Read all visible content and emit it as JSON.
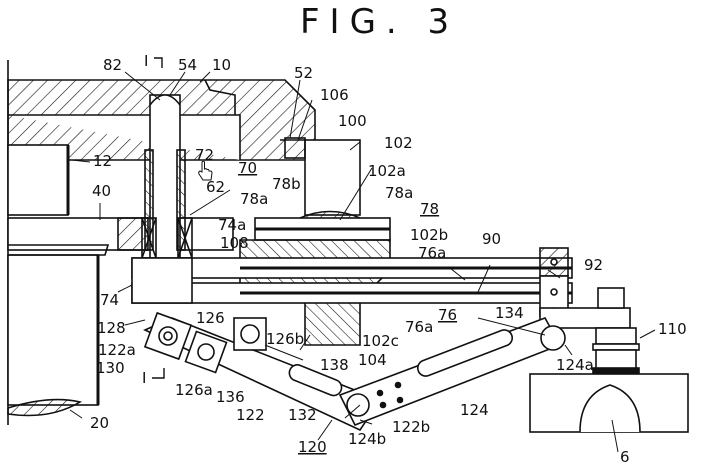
{
  "figure": {
    "title": "FIG. 3",
    "section_marker_top": "I",
    "section_marker_bottom": "I"
  },
  "cursor": {
    "icon": "hand-pointer-icon"
  },
  "labels": {
    "l82": "82",
    "l54": "54",
    "l10": "10",
    "l52": "52",
    "l106": "106",
    "l100": "100",
    "l102": "102",
    "l12": "12",
    "l72": "72",
    "l70": "70",
    "l62": "62",
    "l40": "40",
    "l78b": "78b",
    "l102a": "102a",
    "l78a_left": "78a",
    "l78a_right": "78a",
    "l78": "78",
    "l74a": "74a",
    "l108": "108",
    "l102b": "102b",
    "l76a_top": "76a",
    "l90": "90",
    "l92": "92",
    "l74": "74",
    "l76": "76",
    "l134": "134",
    "l128": "128",
    "l126": "126",
    "l126b": "126b",
    "l76a_bottom": "76a",
    "l110": "110",
    "l122a": "122a",
    "l102c": "102c",
    "l130": "130",
    "l138": "138",
    "l104": "104",
    "l124a": "124a",
    "l126a": "126a",
    "l136": "136",
    "l122": "122",
    "l124": "124",
    "l132": "132",
    "l122b": "122b",
    "l20": "20",
    "l124b": "124b",
    "l120": "120",
    "l6": "6"
  },
  "colors": {
    "ink": "#111111",
    "paper": "#ffffff"
  }
}
